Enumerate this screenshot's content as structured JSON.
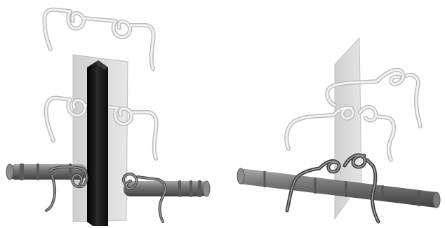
{
  "diagram": {
    "panels": [
      {
        "id": "left",
        "description_icon": "clip-fastener-exploded-view"
      },
      {
        "id": "right",
        "description_icon": "clip-fastener-assembled-view"
      }
    ],
    "colors": {
      "plate": "#d8d8d8",
      "plate_edge": "#bdbdbd",
      "flange": "#141414",
      "rod": "#6a6a6a",
      "rod_highlight": "#b9b9b9",
      "wire_ghost": "#e6e6e6",
      "wire_ghost_edge": "#bdbdbd",
      "wire_metal": "#5e5e5e"
    }
  }
}
